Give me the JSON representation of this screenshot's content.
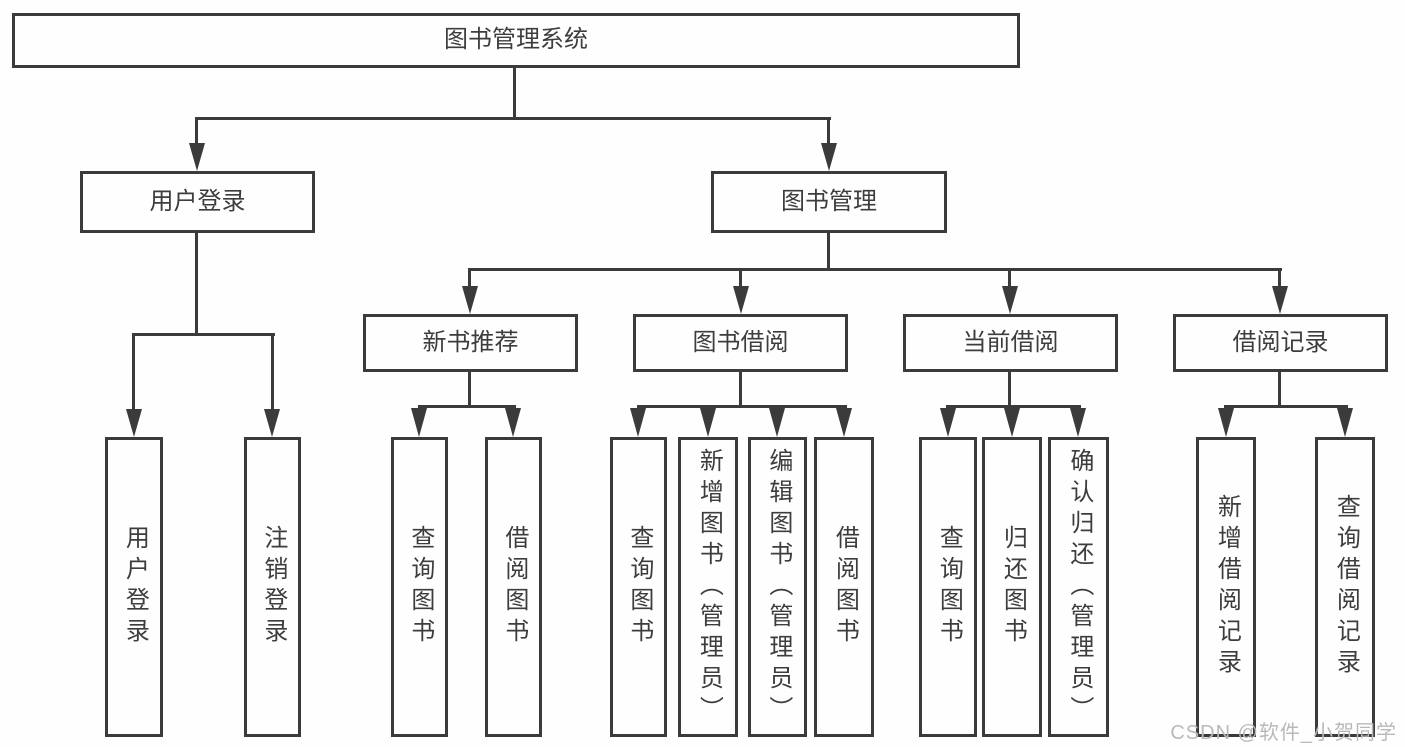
{
  "root": {
    "label": "图书管理系统"
  },
  "level2": [
    {
      "label": "用户登录",
      "children": [
        {
          "label": "用户登录"
        },
        {
          "label": "注销登录"
        }
      ]
    },
    {
      "label": "图书管理",
      "children": [
        {
          "label": "新书推荐",
          "children": [
            {
              "label": "查询图书"
            },
            {
              "label": "借阅图书"
            }
          ]
        },
        {
          "label": "图书借阅",
          "children": [
            {
              "label": "查询图书"
            },
            {
              "label": "新增图书（管理员）"
            },
            {
              "label": "编辑图书（管理员）"
            },
            {
              "label": "借阅图书"
            }
          ]
        },
        {
          "label": "当前借阅",
          "children": [
            {
              "label": "查询图书"
            },
            {
              "label": "归还图书"
            },
            {
              "label": "确认归还（管理员）"
            }
          ]
        },
        {
          "label": "借阅记录",
          "children": [
            {
              "label": "新增借阅记录"
            },
            {
              "label": "查询借阅记录"
            }
          ]
        }
      ]
    }
  ],
  "watermark": "CSDN @软件_小贺同学",
  "colors": {
    "line": "#3b3b3b",
    "text": "#3d3d3d",
    "watermark_text": "#b9b9b9",
    "background": "#fefefe"
  }
}
